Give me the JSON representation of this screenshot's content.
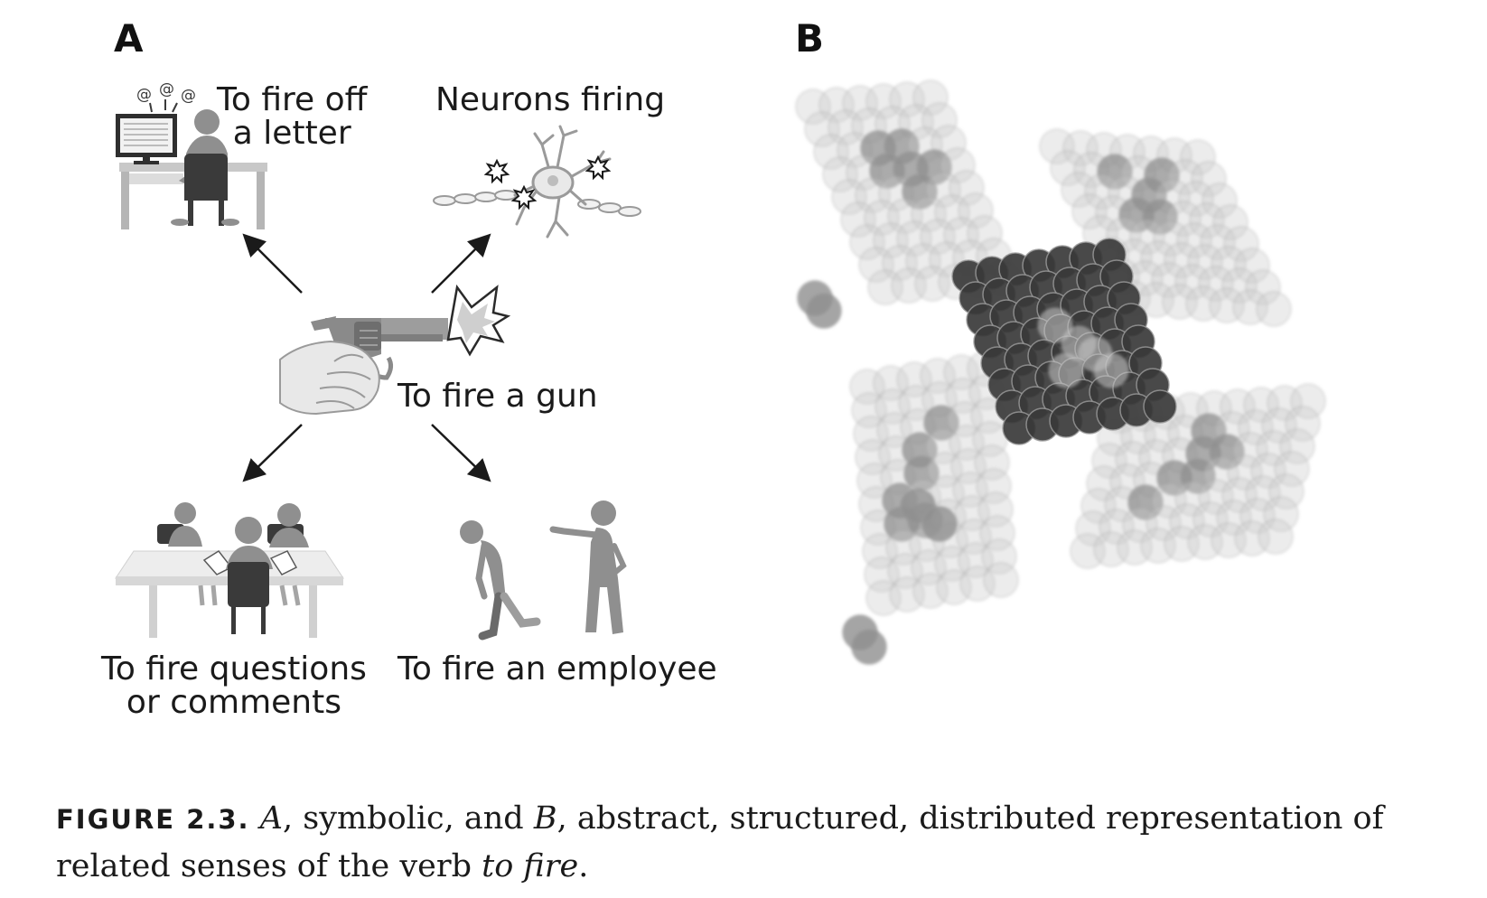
{
  "panel_a": {
    "letter": "A",
    "labels": {
      "letter_line1": "To fire off",
      "letter_line2": "a letter",
      "neurons": "Neurons firing",
      "gun": "To fire a gun",
      "questions_line1": "To fire questions",
      "questions_line2": "or comments",
      "employee": "To fire an employee"
    },
    "email_symbol": "@"
  },
  "panel_b": {
    "letter": "B"
  },
  "caption": {
    "figure_label": "FIGURE 2.3.",
    "part_a": "A",
    "text_1": ", symbolic, and ",
    "part_b": "B",
    "text_2": ", abstract, structured, distributed representation of related senses of the verb ",
    "verb": "to fire",
    "text_3": "."
  },
  "colors": {
    "figure_gray": "#8f8f8f",
    "dark_gray": "#3a3a3a",
    "light_gray": "#c8c8c8",
    "text": "#1a1a1a"
  }
}
